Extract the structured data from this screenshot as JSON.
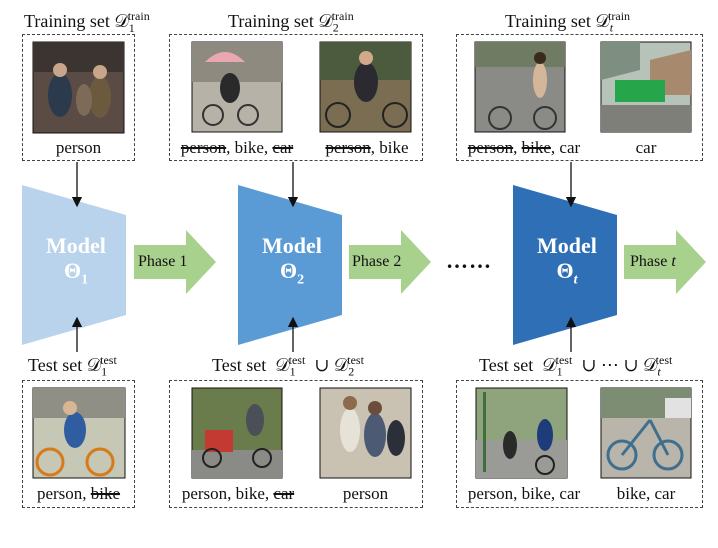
{
  "columns": [
    {
      "train_title": "Training set",
      "train_math": "𝒟",
      "train_sub": "1",
      "train_sup": "train",
      "train_captions": [
        {
          "parts": [
            {
              "text": "person",
              "strike": false
            }
          ]
        }
      ],
      "model_label": "Model",
      "model_symbol": "Θ",
      "model_sub": "1",
      "model_color": "#b9d3ec",
      "phase_label": "Phase 1",
      "test_title": "Test set",
      "test_math_1": "𝒟",
      "test_sub_1": "1",
      "test_sup_1": "test",
      "test_captions": [
        {
          "parts": [
            {
              "text": "person, ",
              "strike": false
            },
            {
              "text": "bike",
              "strike": true
            }
          ]
        }
      ]
    },
    {
      "train_title": "Training set",
      "train_math": "𝒟",
      "train_sub": "2",
      "train_sup": "train",
      "train_captions": [
        {
          "parts": [
            {
              "text": "person",
              "strike": true
            },
            {
              "text": ", bike, ",
              "strike": false
            },
            {
              "text": "car",
              "strike": true
            }
          ]
        },
        {
          "parts": [
            {
              "text": "person",
              "strike": true
            },
            {
              "text": ", bike",
              "strike": false
            }
          ]
        }
      ],
      "model_label": "Model",
      "model_symbol": "Θ",
      "model_sub": "2",
      "model_color": "#5b9bd5",
      "phase_label": "Phase 2",
      "test_title": "Test set",
      "test_math_1": "𝒟",
      "test_sub_1": "1",
      "test_sup_1": "test",
      "test_union": "∪",
      "test_math_2": "𝒟",
      "test_sub_2": "2",
      "test_sup_2": "test",
      "test_captions": [
        {
          "parts": [
            {
              "text": "person, bike, ",
              "strike": false
            },
            {
              "text": "car",
              "strike": true
            }
          ]
        },
        {
          "parts": [
            {
              "text": "person",
              "strike": false
            }
          ]
        }
      ]
    },
    {
      "train_title": "Training set",
      "train_math": "𝒟",
      "train_sub": "t",
      "train_sup": "train",
      "train_captions": [
        {
          "parts": [
            {
              "text": "person",
              "strike": true
            },
            {
              "text": ", ",
              "strike": false
            },
            {
              "text": "bike",
              "strike": true
            },
            {
              "text": ", car",
              "strike": false
            }
          ]
        },
        {
          "parts": [
            {
              "text": "car",
              "strike": false
            }
          ]
        }
      ],
      "model_label": "Model",
      "model_symbol": "Θ",
      "model_sub": "t",
      "model_color": "#2e6fb5",
      "phase_label": "Phase",
      "phase_var": "t",
      "test_title": "Test set",
      "test_math_1": "𝒟",
      "test_sub_1": "1",
      "test_sup_1": "test",
      "test_union": "∪ ⋯ ∪",
      "test_math_2": "𝒟",
      "test_sub_2": "t",
      "test_sup_2": "test",
      "test_captions": [
        {
          "parts": [
            {
              "text": "person, bike, car",
              "strike": false
            }
          ]
        },
        {
          "parts": [
            {
              "text": "bike, car",
              "strike": false
            }
          ]
        }
      ]
    }
  ],
  "ellipsis": "……",
  "colors": {
    "arrow_green": "#a9d18e",
    "dash_border": "#444444"
  }
}
